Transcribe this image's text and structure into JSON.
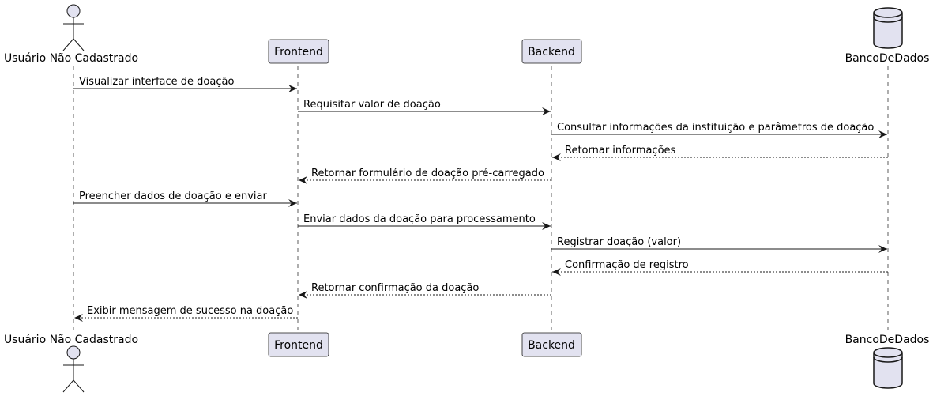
{
  "participants": {
    "user": {
      "kind": "actor",
      "name": "Usuário Não Cadastrado"
    },
    "frontend": {
      "kind": "box",
      "name": "Frontend"
    },
    "backend": {
      "kind": "box",
      "name": "Backend"
    },
    "db": {
      "kind": "database",
      "name": "BancoDeDados"
    }
  },
  "messages": [
    {
      "from": "user",
      "to": "frontend",
      "type": "sync",
      "text": "Visualizar interface de doação"
    },
    {
      "from": "frontend",
      "to": "backend",
      "type": "sync",
      "text": "Requisitar valor de doação"
    },
    {
      "from": "backend",
      "to": "db",
      "type": "sync",
      "text": "Consultar informações da instituição e parâmetros de doação"
    },
    {
      "from": "db",
      "to": "backend",
      "type": "return",
      "text": "Retornar informações"
    },
    {
      "from": "backend",
      "to": "frontend",
      "type": "return",
      "text": "Retornar formulário de doação pré-carregado"
    },
    {
      "from": "user",
      "to": "frontend",
      "type": "sync",
      "text": "Preencher dados de doação e enviar"
    },
    {
      "from": "frontend",
      "to": "backend",
      "type": "sync",
      "text": "Enviar dados da doação para processamento"
    },
    {
      "from": "backend",
      "to": "db",
      "type": "sync",
      "text": "Registrar doação (valor)"
    },
    {
      "from": "db",
      "to": "backend",
      "type": "return",
      "text": "Confirmação de registro"
    },
    {
      "from": "backend",
      "to": "frontend",
      "type": "return",
      "text": "Retornar confirmação da doação"
    },
    {
      "from": "frontend",
      "to": "user",
      "type": "return",
      "text": "Exibir mensagem de sucesso na doação"
    }
  ],
  "colors": {
    "participant_fill": "#e2e2f0",
    "participant_stroke": "#181818",
    "lifeline": "#181818",
    "arrow": "#181818"
  }
}
